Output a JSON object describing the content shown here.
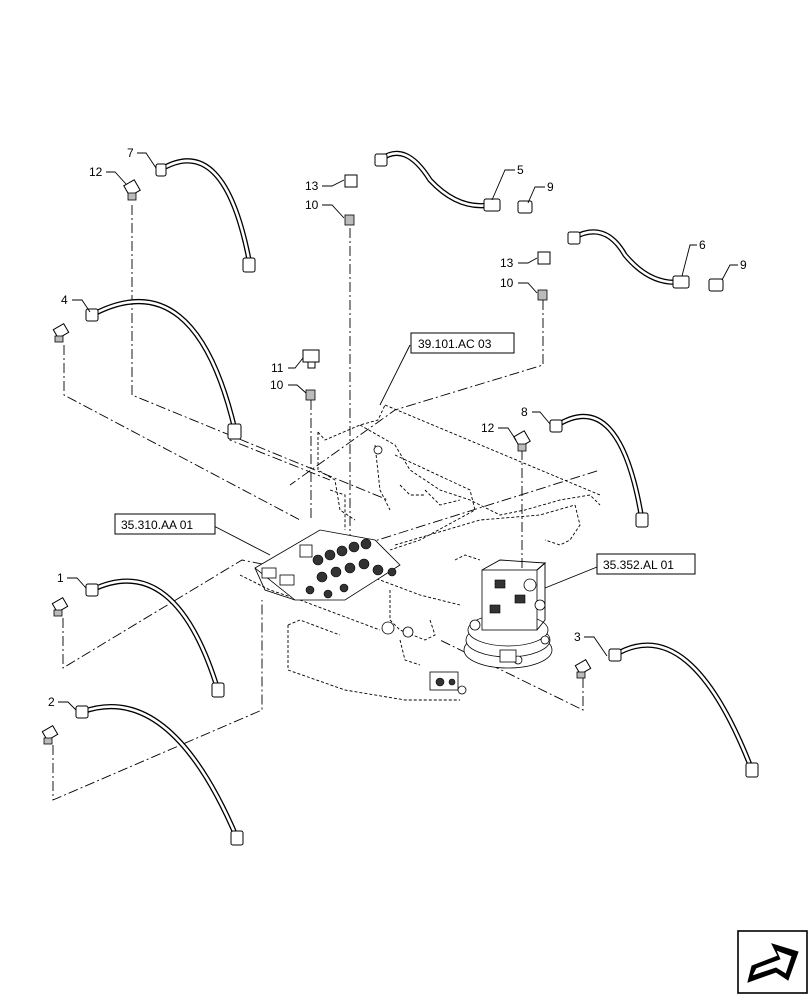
{
  "callouts": {
    "c1": "1",
    "c2": "2",
    "c3": "3",
    "c4": "4",
    "c5": "5",
    "c6": "6",
    "c7": "7",
    "c8": "8",
    "c9a": "9",
    "c9b": "9",
    "c10a": "10",
    "c10b": "10",
    "c10c": "10",
    "c11": "11",
    "c12a": "12",
    "c12b": "12",
    "c13a": "13",
    "c13b": "13"
  },
  "references": {
    "ref_top": "39.101.AC 03",
    "ref_left": "35.310.AA 01",
    "ref_right": "35.352.AL 01"
  },
  "icons": {
    "nav": "next-page-arrow-icon"
  }
}
